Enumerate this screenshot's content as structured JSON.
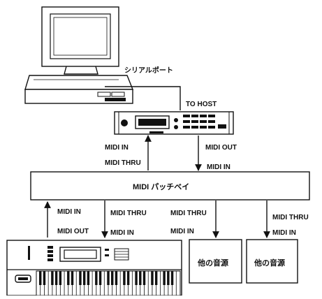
{
  "labels": {
    "serial_port": "シリアルポート",
    "to_host": "TO HOST",
    "tg_midi_in": "MIDI IN",
    "tg_midi_thru": "MIDI THRU",
    "tg_midi_out": "MIDI OUT",
    "patchbay_midi_in_top": "MIDI IN",
    "patchbay": "MIDI パッチベイ",
    "kb_midi_in": "MIDI IN",
    "kb_midi_out": "MIDI OUT",
    "kb_thru": "MIDI THRU",
    "kb_thru_in": "MIDI IN",
    "mod1_thru": "MIDI THRU",
    "mod1_in": "MIDI IN",
    "mod2_thru": "MIDI THRU",
    "mod2_in": "MIDI IN",
    "module1": "他の音源",
    "module2": "他の音源"
  }
}
